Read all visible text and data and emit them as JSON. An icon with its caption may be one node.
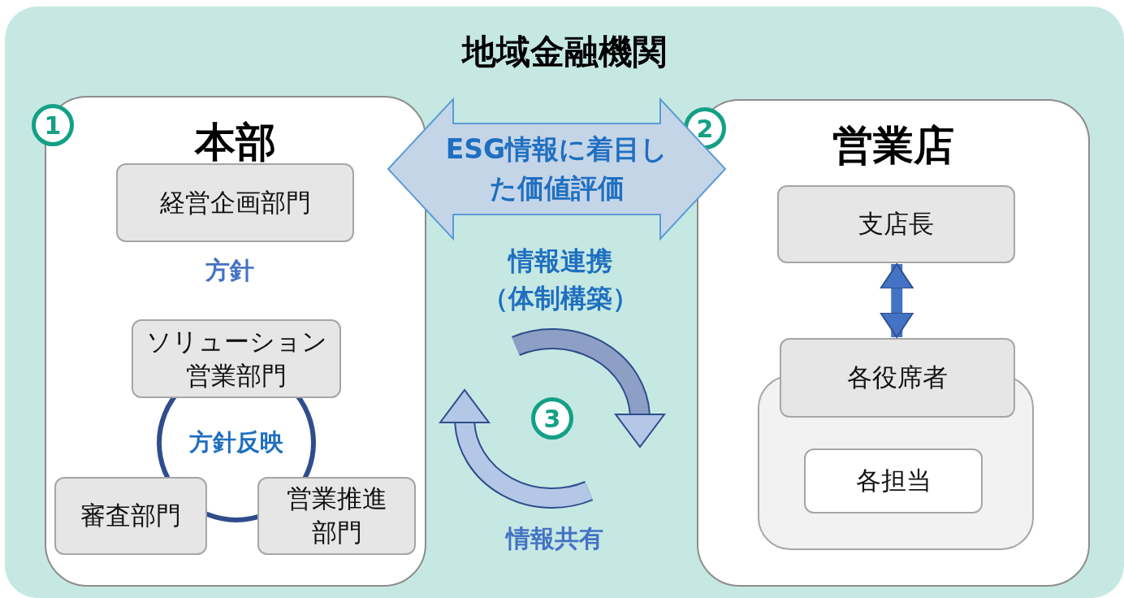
{
  "diagram": {
    "nodes": [
      {
        "text": [
          "地域金融機関"
        ]
      },
      {
        "text": [
          "本部"
        ],
        "in": 0,
        "beside": [
          "1"
        ]
      },
      {
        "text": [
          "経営企画部門"
        ],
        "in": 1
      },
      {
        "text": [
          "ソリューション営業部門"
        ],
        "in": 1
      },
      {
        "text": [
          "方針反映"
        ],
        "in": 1
      },
      {
        "text": [
          "審査部門"
        ],
        "in": 1
      },
      {
        "text": [
          "営業推進部門"
        ],
        "in": 1
      },
      {
        "text": [
          "営業店"
        ],
        "in": 0,
        "beside": [
          "2"
        ]
      },
      {
        "text": [
          "支店長"
        ],
        "in": 7
      },
      {
        "text": [],
        "shape": "box",
        "in": 7
      },
      {
        "text": [
          "各役席者"
        ],
        "in": 7
      },
      {
        "text": [
          "各担当"
        ],
        "in": 9
      }
    ],
    "edges": [
      {
        "from": 1,
        "to": 7,
        "arrow": "both",
        "label": "ESG情報に着目した価値評価"
      },
      {
        "from": 8,
        "to": 10,
        "arrow": "both"
      }
    ],
    "labels": [
      "方針",
      "情報連携（体制構築）",
      "3",
      "情報共有"
    ]
  }
}
